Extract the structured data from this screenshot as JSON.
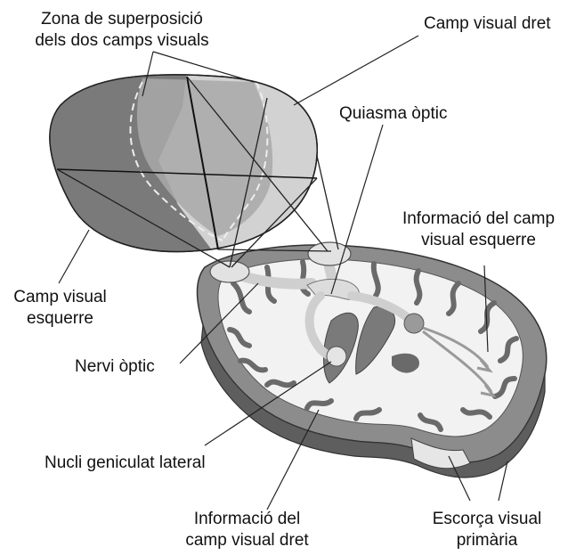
{
  "labels": {
    "overlap_zone_line1": "Zona de superposició",
    "overlap_zone_line2": "dels dos camps visuals",
    "right_visual_field": "Camp visual dret",
    "optic_chiasm": "Quiasma òptic",
    "left_field_info_line1": "Informació del camp",
    "left_field_info_line2": "visual esquerre",
    "left_visual_field_line1": "Camp visual",
    "left_visual_field_line2": "esquerre",
    "optic_nerve": "Nervi òptic",
    "lateral_geniculate_nucleus": "Nucli geniculat lateral",
    "right_field_info_line1": "Informació del",
    "right_field_info_line2": "camp visual dret",
    "primary_visual_cortex_line1": "Escorça visual",
    "primary_visual_cortex_line2": "primària"
  },
  "colors": {
    "left_field_fill": "#7a7a7a",
    "right_field_fill": "#d2d2d2",
    "overlap_fill": "#a9a9a9",
    "brain_white_matter": "#f2f2f2",
    "brain_cortex": "#8c8c8c",
    "brain_cortex_dark": "#5e5e5e",
    "pathway": "#cfcfcf",
    "primary_cortex_highlight": "#e6e6e6",
    "line": "#222222"
  }
}
